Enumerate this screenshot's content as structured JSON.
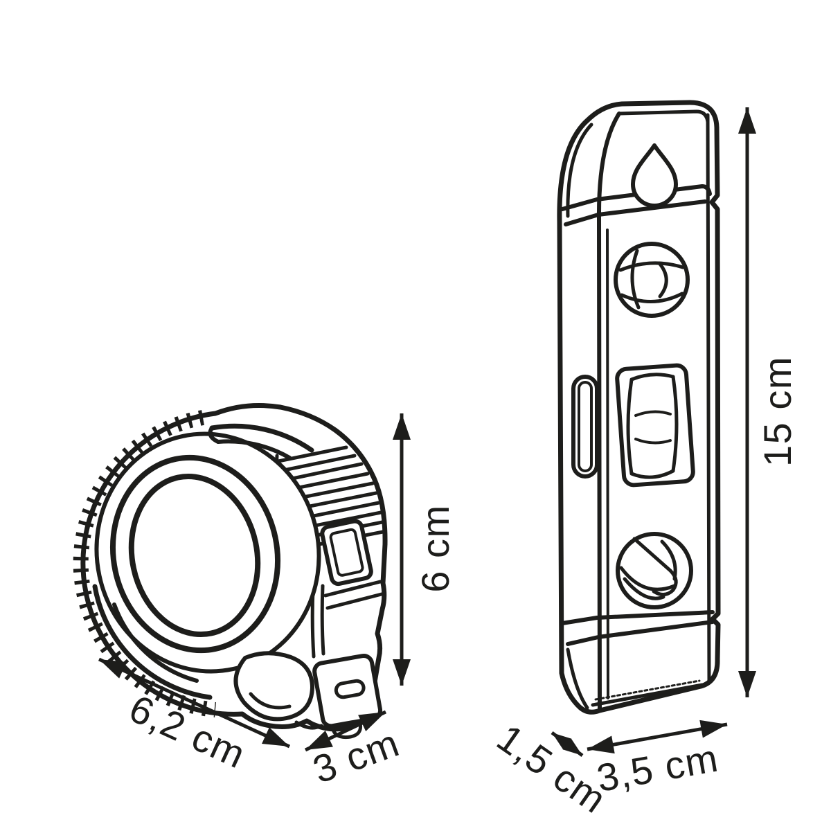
{
  "figure": {
    "background": "#ffffff",
    "stroke_color": "#1d1d1b"
  },
  "tape_measure": {
    "width_label": "6,2 cm",
    "depth_label": "3 cm",
    "height_label": "6 cm"
  },
  "spirit_level": {
    "height_label": "15 cm",
    "depth_label": "1,5 cm",
    "width_label": "3,5 cm"
  }
}
